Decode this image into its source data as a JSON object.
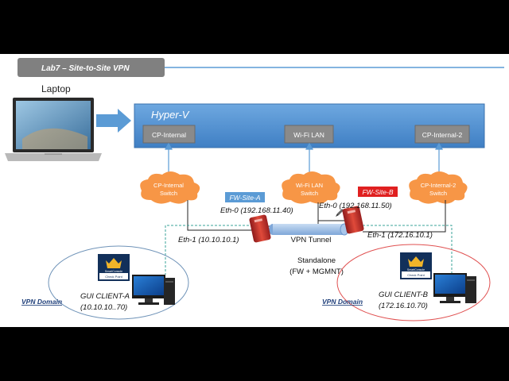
{
  "header": {
    "lab_title": "Lab7 – Site-to-Site VPN"
  },
  "laptop": {
    "label": "Laptop"
  },
  "hyperv": {
    "title": "Hyper-V"
  },
  "vswitches": {
    "cp_internal": "CP-Internal",
    "wifi_lan": "Wi-Fi LAN",
    "cp_internal_2": "CP-Internal-2"
  },
  "clouds": {
    "cp_internal_switch": [
      "CP-Internal",
      "Switch"
    ],
    "wifi_lan_switch": [
      "Wi-Fi LAN",
      "Switch"
    ],
    "cp_internal_2_switch": [
      "CP-Internal-2",
      "Switch"
    ]
  },
  "firewalls": {
    "site_a": {
      "name": "FW-Site-A",
      "eth0": "Eth-0 (192.168.11.40)",
      "eth1": "Eth-1 (10.10.10.1)"
    },
    "site_b": {
      "name": "FW-Site-B",
      "eth0": "Eth-0 (192.168.11.50)",
      "eth1": "Eth-1 (172.16.10.1)"
    },
    "standalone_line1": "Standalone",
    "standalone_line2": "(FW + MGMNT)"
  },
  "tunnel": {
    "label": "VPN Tunnel"
  },
  "clients": {
    "a": {
      "name": "GUI CLIENT-A",
      "ip": "(10.10.10..70)"
    },
    "b": {
      "name": "GUI CLIENT-B",
      "ip": "(172.16.10.70)"
    }
  },
  "domains": {
    "a_label": "VPN Domain",
    "b_label": "VPN Domain"
  },
  "badge": {
    "top": "SmartConsole",
    "bottom": "Check Point"
  },
  "colors": {
    "hyperv_blue": "#5b9bd5",
    "cloud_orange": "#f79646",
    "firewall_red": "#c0392b",
    "fw_a_tag": "#5b9bd5",
    "fw_b_tag": "#e02020",
    "domain_a_circle": "#6f93b8",
    "domain_b_circle": "#e05050",
    "link_green": "#3aa39a",
    "banner_gray": "#7f7f7f",
    "rule_blue": "#5b9bd5"
  }
}
